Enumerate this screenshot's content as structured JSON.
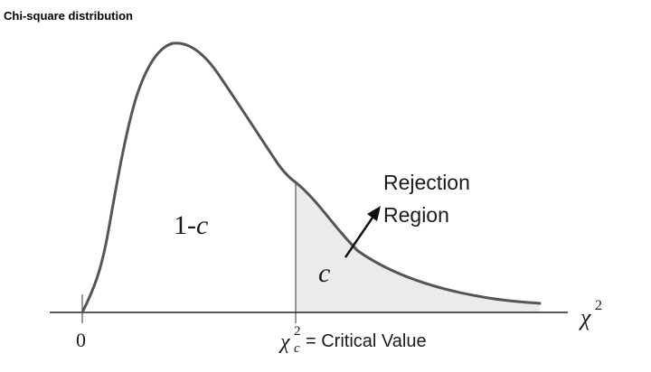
{
  "title": "Chi-square distribution",
  "labels": {
    "area_left_prefix": "1-",
    "area_left_var": "c",
    "area_right": "c",
    "rejection_line1": "Rejection",
    "rejection_line2": "Region",
    "axis_symbol": "χ",
    "axis_exponent": "2",
    "origin": "0",
    "critical_symbol": "χ",
    "critical_sup": "2",
    "critical_sub": "c",
    "critical_text": "= Critical Value"
  },
  "colors": {
    "curve": "#555555",
    "axis": "#222222",
    "rejection_fill": "#ebebeb",
    "text": "#1a1a1a"
  }
}
